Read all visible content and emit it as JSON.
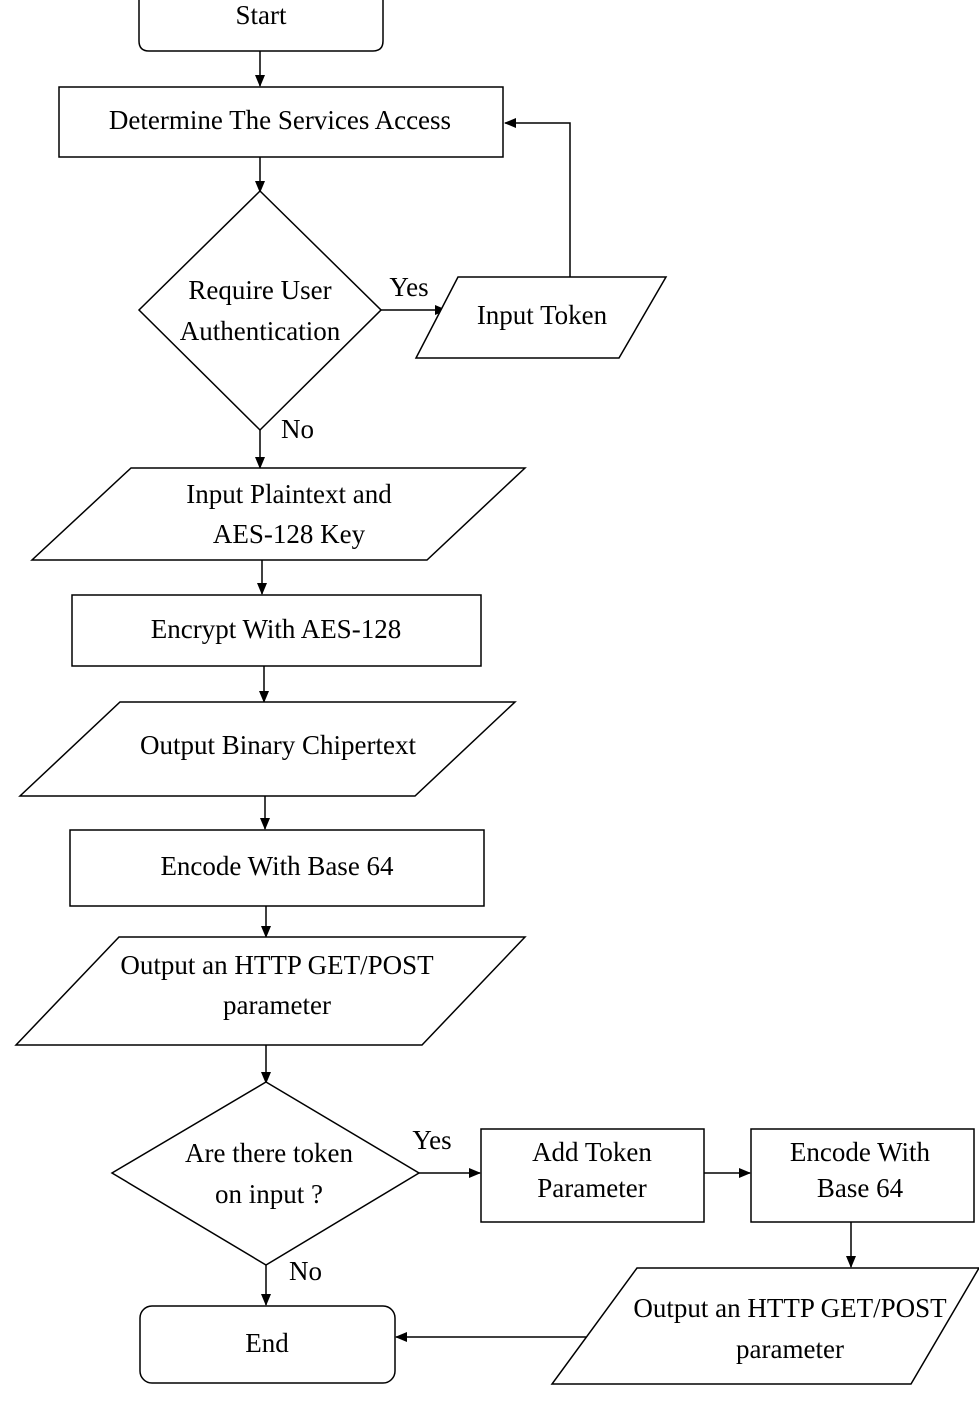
{
  "nodes": {
    "start": {
      "label": "Start"
    },
    "determine": {
      "label": "Determine The Services Access"
    },
    "require_auth": {
      "line1": "Require User",
      "line2": "Authentication"
    },
    "input_token": {
      "label": "Input Token"
    },
    "input_plaintext": {
      "line1": "Input Plaintext and",
      "line2": "AES-128 Key"
    },
    "encrypt": {
      "label": "Encrypt With AES-128"
    },
    "output_binary": {
      "label": "Output Binary Chipertext"
    },
    "encode_base64": {
      "label": "Encode With Base 64"
    },
    "output_http": {
      "line1": "Output an HTTP GET/POST",
      "line2": "parameter"
    },
    "token_check": {
      "line1": "Are there token",
      "line2": "on input ?"
    },
    "add_token": {
      "line1": "Add Token",
      "line2": "Parameter"
    },
    "encode_base64_2": {
      "line1": "Encode With",
      "line2": "Base 64"
    },
    "output_http_2": {
      "line1": "Output an HTTP GET/POST",
      "line2": "parameter"
    },
    "end": {
      "label": "End"
    }
  },
  "edge_labels": {
    "auth_yes": "Yes",
    "auth_no": "No",
    "token_yes": "Yes",
    "token_no": "No"
  }
}
